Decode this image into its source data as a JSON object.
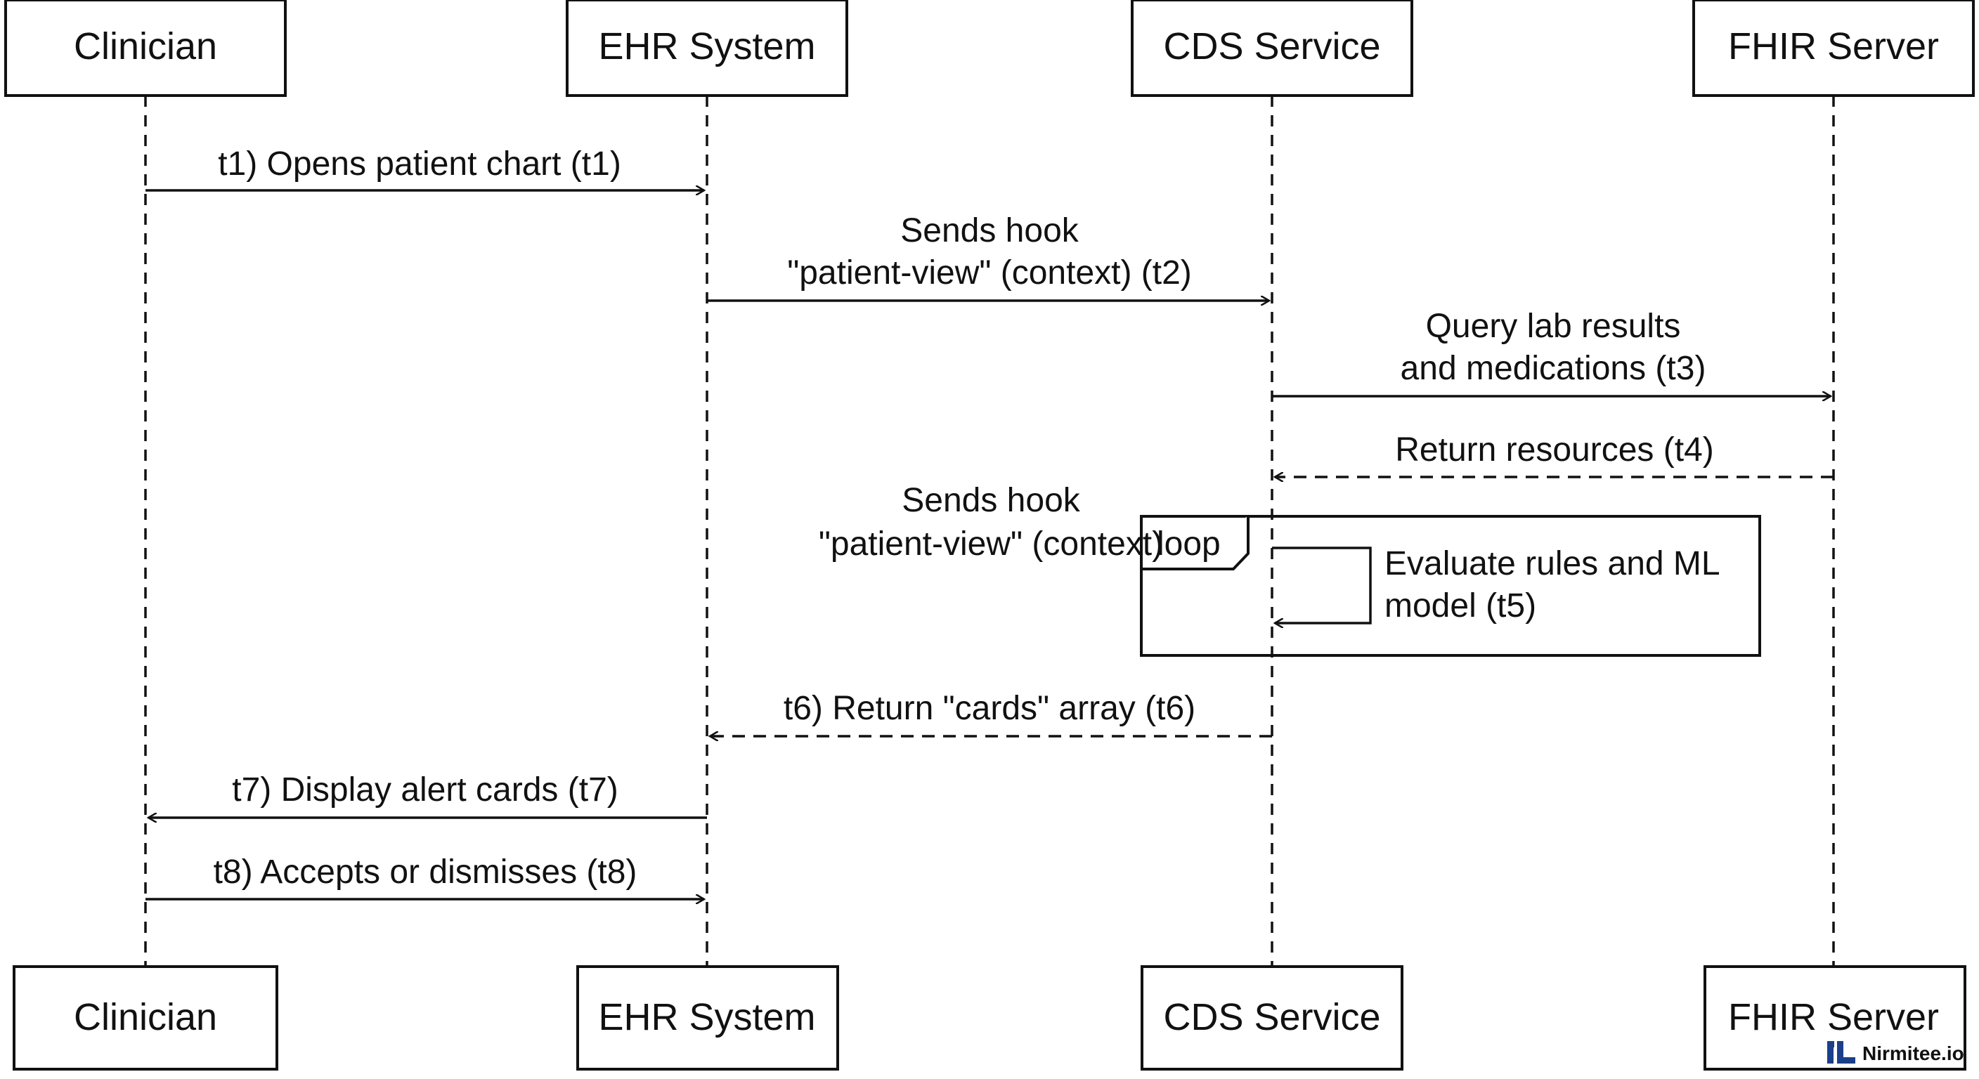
{
  "participants": [
    {
      "id": "clinician",
      "label": "Clinician"
    },
    {
      "id": "ehr",
      "label": "EHR System"
    },
    {
      "id": "cds",
      "label": "CDS Service"
    },
    {
      "id": "fhir",
      "label": "FHIR Server"
    }
  ],
  "messages": [
    {
      "id": "t1",
      "from": "clinician",
      "to": "ehr",
      "style": "solid",
      "lines": [
        "t1) Opens patient chart (t1)"
      ]
    },
    {
      "id": "t2",
      "from": "ehr",
      "to": "cds",
      "style": "solid",
      "lines": [
        "Sends hook",
        "\"patient-view\" (context) (t2)"
      ]
    },
    {
      "id": "t3",
      "from": "cds",
      "to": "fhir",
      "style": "solid",
      "lines": [
        "Query lab results",
        "and medications (t3)"
      ]
    },
    {
      "id": "t4",
      "from": "fhir",
      "to": "cds",
      "style": "dashed",
      "lines": [
        "Return resources (t4)"
      ]
    },
    {
      "id": "t5",
      "from": "cds",
      "to": "cds",
      "style": "solid",
      "self": true,
      "lines": [
        "Evaluate rules and ML",
        "model (t5)"
      ]
    },
    {
      "id": "t6",
      "from": "cds",
      "to": "ehr",
      "style": "dashed",
      "lines": [
        "t6) Return \"cards\" array (t6)"
      ]
    },
    {
      "id": "t7",
      "from": "ehr",
      "to": "clinician",
      "style": "solid",
      "lines": [
        "t7) Display alert cards (t7)"
      ]
    },
    {
      "id": "t8",
      "from": "clinician",
      "to": "ehr",
      "style": "solid",
      "lines": [
        "t8) Accepts or dismisses (t8)"
      ]
    }
  ],
  "floating_label": {
    "lines": [
      "Sends hook",
      "\"patient-view\" (context)"
    ]
  },
  "loop_frame": {
    "label": "loop"
  },
  "brand": {
    "text": "Nirmitee.io",
    "color": "#1b3f8b"
  }
}
